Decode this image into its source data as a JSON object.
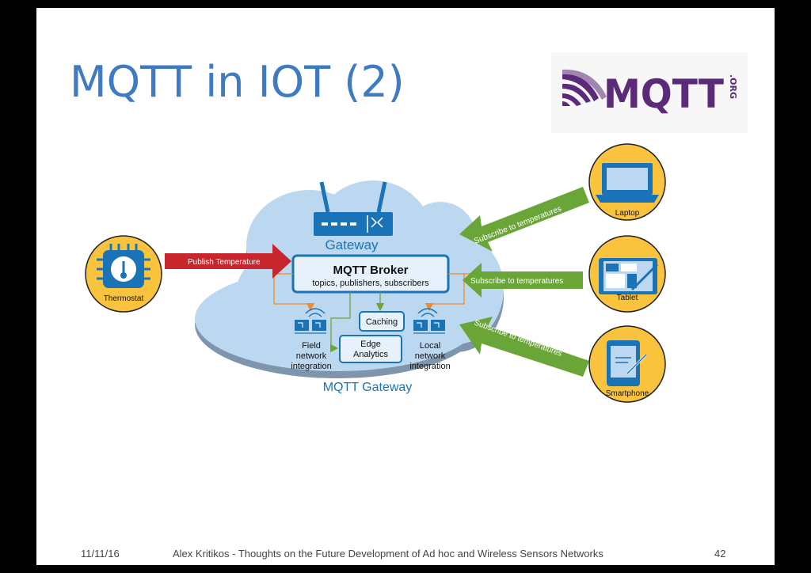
{
  "slide": {
    "title": "MQTT in IOT (2)",
    "logo_text": "MQTT",
    "logo_suffix": ".ORG"
  },
  "diagram": {
    "gateway_label": "Gateway",
    "broker_title": "MQTT Broker",
    "broker_subtitle": "topics, publishers, subscribers",
    "caching": "Caching",
    "edge_analytics_line1": "Edge",
    "edge_analytics_line2": "Analytics",
    "field_line1": "Field",
    "field_line2": "network",
    "field_line3": "integration",
    "local_line1": "Local",
    "local_line2": "network",
    "local_line3": "integration",
    "cloud_label": "MQTT Gateway",
    "thermostat": "Thermostat",
    "publish_arrow": "Publish Temperature",
    "laptop": "Laptop",
    "tablet": "Tablet",
    "smartphone": "Smartphone",
    "subscribe_top": "Subscribe to temperatures",
    "subscribe_middle": "Subscribe to temperatures",
    "subscribe_bottom": "Subscribe to temperatures"
  },
  "footer": {
    "date": "11/11/16",
    "caption": "Alex Kritikos - Thoughts on the Future Development of Ad hoc and Wireless Sensors Networks",
    "page": "42"
  },
  "colors": {
    "title": "#3f7bc2",
    "cloud": "#bcd8f0",
    "cloud_shadow": "#7f95ad",
    "publish_arrow": "#c8262d",
    "subscribe_arrow": "#6aa637",
    "device_circle": "#f9c33d",
    "logo_purple": "#5b2a78"
  }
}
